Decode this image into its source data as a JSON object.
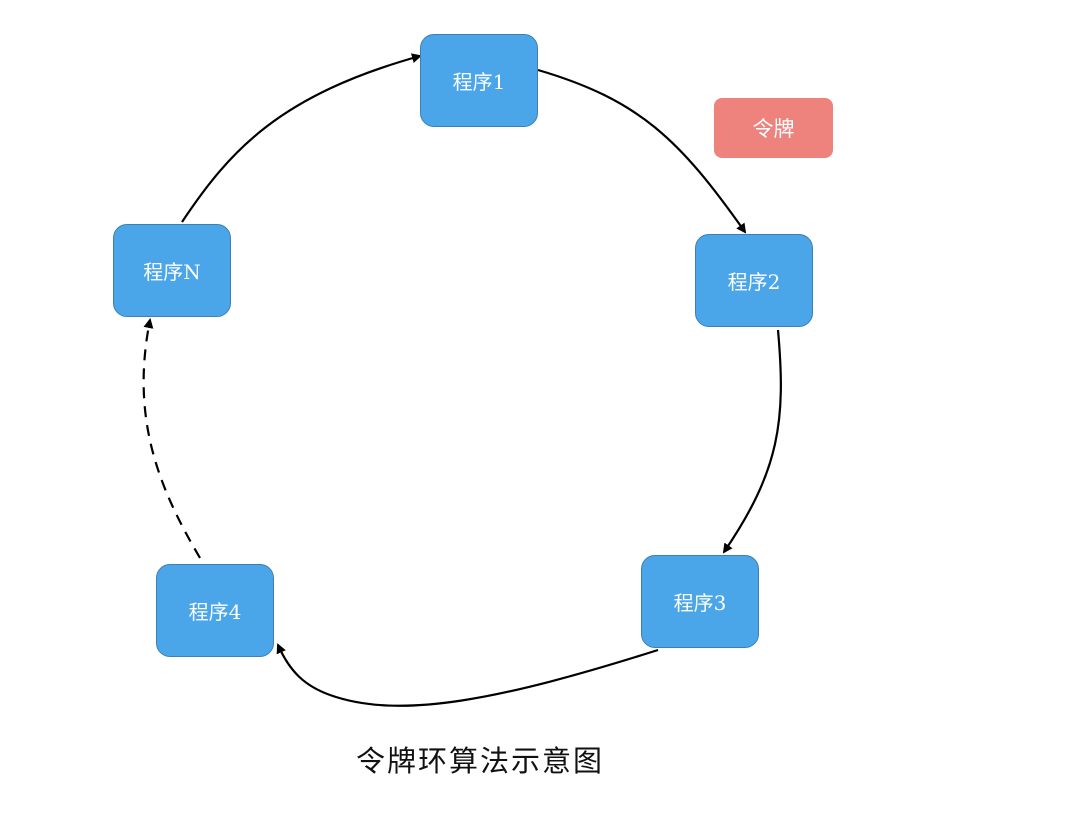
{
  "diagram": {
    "title": "令牌环算法示意图",
    "token_label": "令牌",
    "nodes": [
      {
        "id": "p1",
        "label": "程序1"
      },
      {
        "id": "p2",
        "label": "程序2"
      },
      {
        "id": "p3",
        "label": "程序3"
      },
      {
        "id": "p4",
        "label": "程序4"
      },
      {
        "id": "pN",
        "label": "程序N"
      }
    ],
    "edges": [
      {
        "from": "程序1",
        "to": "程序2",
        "style": "solid"
      },
      {
        "from": "程序2",
        "to": "程序3",
        "style": "solid"
      },
      {
        "from": "程序3",
        "to": "程序4",
        "style": "solid"
      },
      {
        "from": "程序4",
        "to": "程序N",
        "style": "dashed"
      },
      {
        "from": "程序N",
        "to": "程序1",
        "style": "solid"
      }
    ],
    "colors": {
      "node_fill": "#4aa6e8",
      "node_border": "#3d7fb3",
      "token_fill": "#ee837e",
      "edge": "#000000"
    }
  }
}
